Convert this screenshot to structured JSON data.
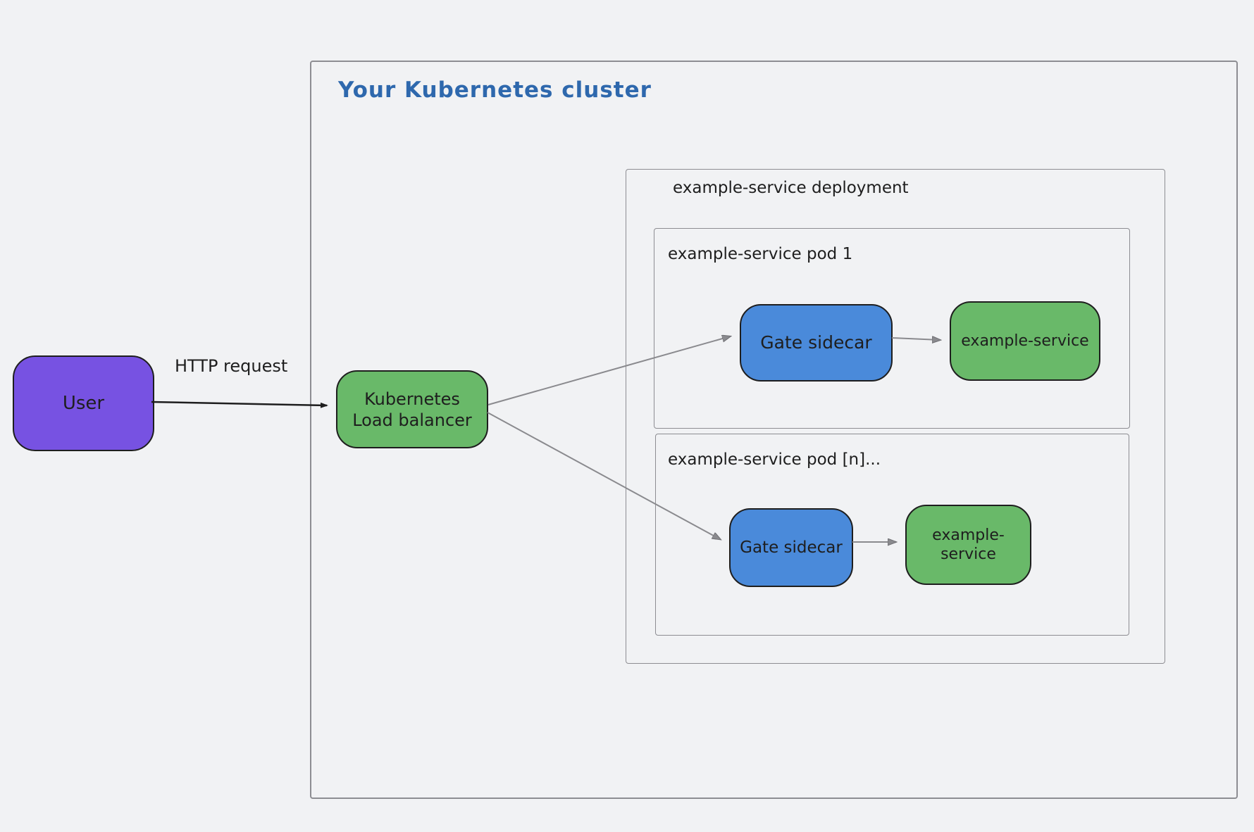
{
  "diagram": {
    "title": "Your Kubernetes cluster",
    "containers": {
      "cluster": {
        "label": "Your Kubernetes cluster"
      },
      "deployment": {
        "label": "example-service deployment"
      },
      "pod1": {
        "label": "example-service pod 1"
      },
      "podn": {
        "label": "example-service pod [n]..."
      }
    },
    "nodes": {
      "user": {
        "label": "User",
        "fill": "#7752e2"
      },
      "load_balancer": {
        "label_line1": "Kubernetes",
        "label_line2": "Load balancer",
        "fill": "#69b969"
      },
      "gate_sidecar_pod1": {
        "label": "Gate sidecar",
        "fill": "#4a8ada"
      },
      "example_service_pod1": {
        "label": "example-service",
        "fill": "#69b969"
      },
      "gate_sidecar_podn": {
        "label": "Gate sidecar",
        "fill": "#4a8ada"
      },
      "example_service_podn": {
        "label": "example-service",
        "fill": "#69b969"
      }
    },
    "edges": {
      "http_request": {
        "label": "HTTP request"
      }
    },
    "colors": {
      "background": "#f1f2f4",
      "title_text": "#2e68ad",
      "container_border": "#8d8d92",
      "node_border": "#1e1e1e",
      "arrow_gray": "#7d7d82",
      "arrow_black": "#1e1e1e"
    }
  }
}
